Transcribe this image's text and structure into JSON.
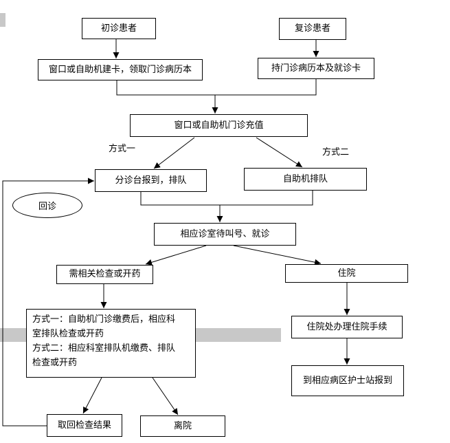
{
  "colors": {
    "stroke": "#000000",
    "band": "#c8c8c8",
    "background": "#ffffff"
  },
  "nodes": {
    "first_visit": "初诊患者",
    "return_visit": "复诊患者",
    "create_card": "窗口或自助机建卡，领取门诊病历本",
    "hold_card": "持门诊病历本及就诊卡",
    "recharge": "窗口或自助机门诊充值",
    "triage_desk": "分诊台报到，排队",
    "kiosk_queue": "自助机排队",
    "wait_call": "相应诊室待叫号、就诊",
    "need_exam": "需相关检查或开药",
    "hospitalize": "住院",
    "payment_line1": "方式一：自助机门诊缴费后，相应科",
    "payment_line2": "室排队检查或开药",
    "payment_line3": "方式二：相应科室排队机缴费、排队",
    "payment_line4": "检查或开药",
    "admission": "住院处办理住院手续",
    "ward_report": "到相应病区护士站报到",
    "fetch_results": "取回检查结果",
    "leave": "离院"
  },
  "labels": {
    "mode_one": "方式一",
    "mode_two": "方式二",
    "revisit": "回诊"
  }
}
